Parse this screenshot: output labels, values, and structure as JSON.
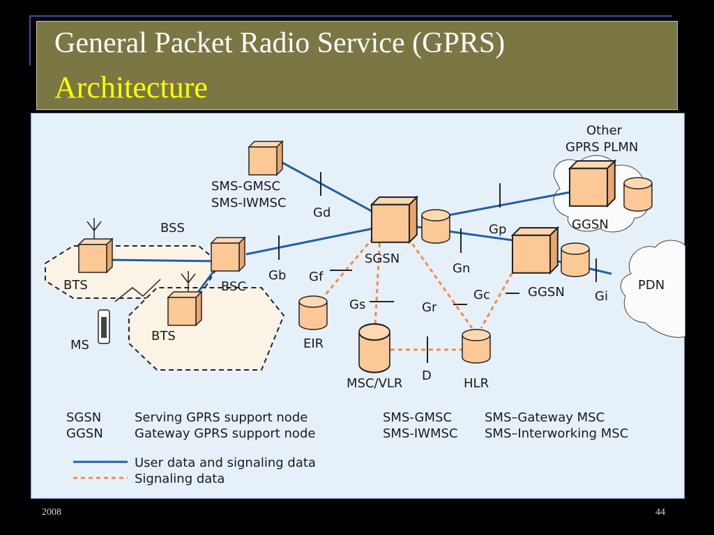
{
  "title": {
    "line1": "General Packet Radio Service (GPRS)",
    "line2": "Architecture"
  },
  "footer": {
    "year": "2008",
    "page": "44"
  },
  "colors": {
    "title_bg": "#7b7745",
    "title_text": "#ffffff",
    "title_accent": "#ffff00",
    "diagram_bg": "#e6f0f9",
    "node_fill": "#fbc896",
    "user_line": "#1f5fa6",
    "signal_line": "#f58a42"
  },
  "diagram": {
    "labels": {
      "bss": "BSS",
      "bts1": "BTS",
      "bts2": "BTS",
      "ms": "MS",
      "bsc": "BSC",
      "sms_gmsc": "SMS-GMSC",
      "sms_iwmsc": "SMS-IWMSC",
      "sgsn": "SGSN",
      "ggsn": "GGSN",
      "ggsn_other": "GGSN",
      "other_line1": "Other",
      "other_line2": "GPRS PLMN",
      "pdn": "PDN",
      "eir": "EIR",
      "msc_vlr": "MSC/VLR",
      "hlr": "HLR"
    },
    "interfaces": {
      "gd": "Gd",
      "gb": "Gb",
      "gf": "Gf",
      "gs": "Gs",
      "gr": "Gr",
      "gn": "Gn",
      "gp": "Gp",
      "gc": "Gc",
      "gi": "Gi",
      "d": "D"
    },
    "legend": {
      "abbr1": "SGSN",
      "def1": "Serving GPRS support node",
      "abbr2": "GGSN",
      "def2": "Gateway GPRS support node",
      "abbr3": "SMS-GMSC",
      "def3": "SMS–Gateway MSC",
      "abbr4": "SMS-IWMSC",
      "def4": "SMS–Interworking MSC",
      "user_line": "User data and signaling data",
      "signal_line": "Signaling data"
    }
  }
}
